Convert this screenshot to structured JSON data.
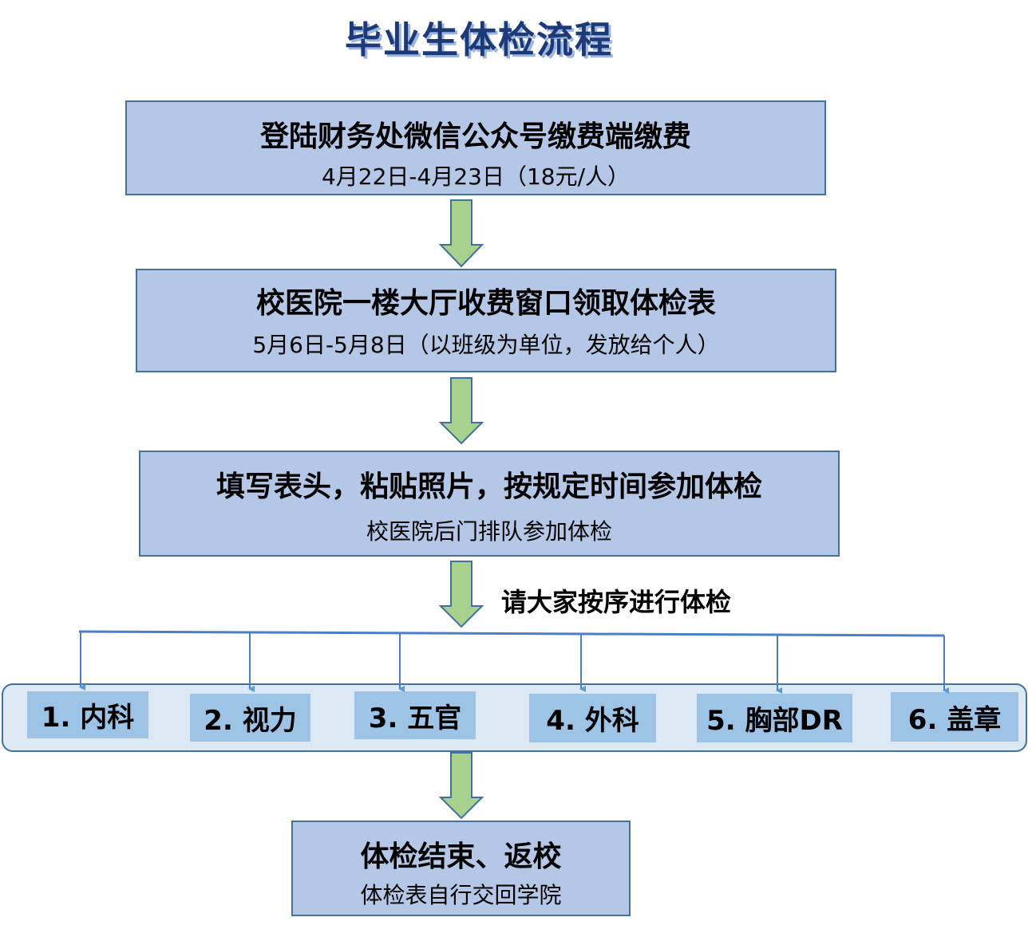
{
  "title": "毕业生体检流程",
  "steps": [
    {
      "main": "登陆财务处微信公众号缴费端缴费",
      "sub": "4月22日-4月23日（18元/人）"
    },
    {
      "main": "校医院一楼大厅收费窗口领取体检表",
      "sub": "5月6日-5月8日（以班级为单位，发放给个人）"
    },
    {
      "main": "填写表头，粘贴照片，按规定时间参加体检",
      "sub": "校医院后门排队参加体检"
    },
    {
      "main": "体检结束、返校",
      "sub": "体检表自行交回学院"
    }
  ],
  "note": "请大家按序进行体检",
  "exam_items": [
    "1. 内科",
    "2. 视力",
    "3. 五官",
    "4. 外科",
    "5. 胸部DR",
    "6. 盖章"
  ],
  "colors": {
    "box_fill": "#b4c7e7",
    "border": "#41719c",
    "arrow": "#a9d18e",
    "item_fill": "#9dc3e6",
    "connector": "#5b9bd5"
  }
}
